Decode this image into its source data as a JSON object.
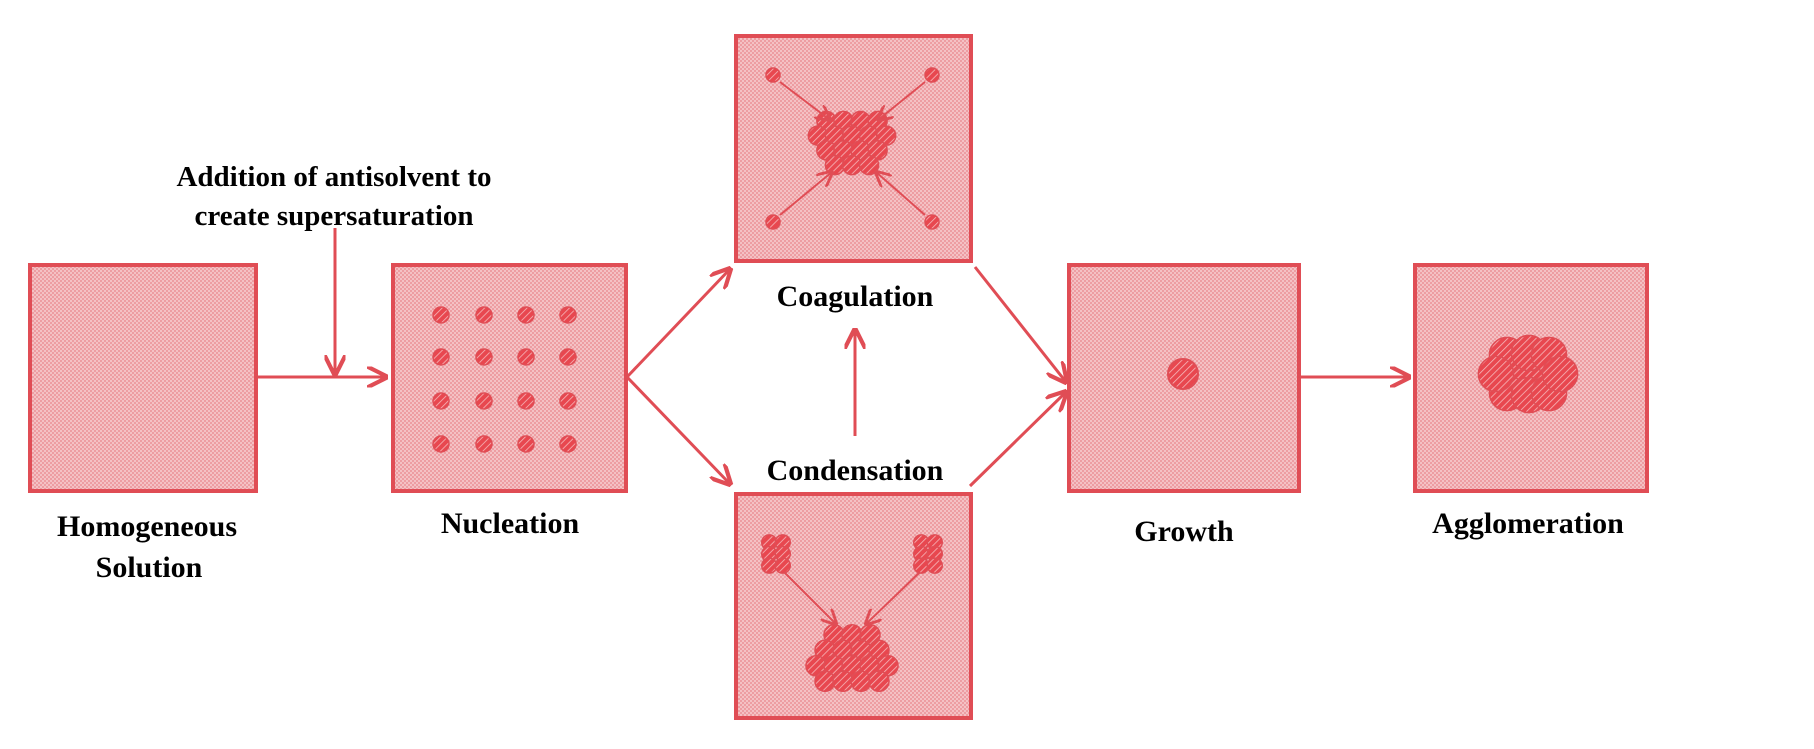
{
  "colors": {
    "stroke": "#e04d55",
    "fill_light": "#f3b9bc",
    "particle": "#e8474f",
    "text": "#000000"
  },
  "annotation": {
    "line1": "Addition of antisolvent to",
    "line2": "create supersaturation"
  },
  "stages": {
    "homogeneous": {
      "line1": "Homogeneous",
      "line2": "Solution"
    },
    "nucleation": {
      "label": "Nucleation"
    },
    "coagulation": {
      "label": "Coagulation"
    },
    "condensation": {
      "label": "Condensation"
    },
    "growth": {
      "label": "Growth"
    },
    "agglomeration": {
      "label": "Agglomeration"
    }
  }
}
